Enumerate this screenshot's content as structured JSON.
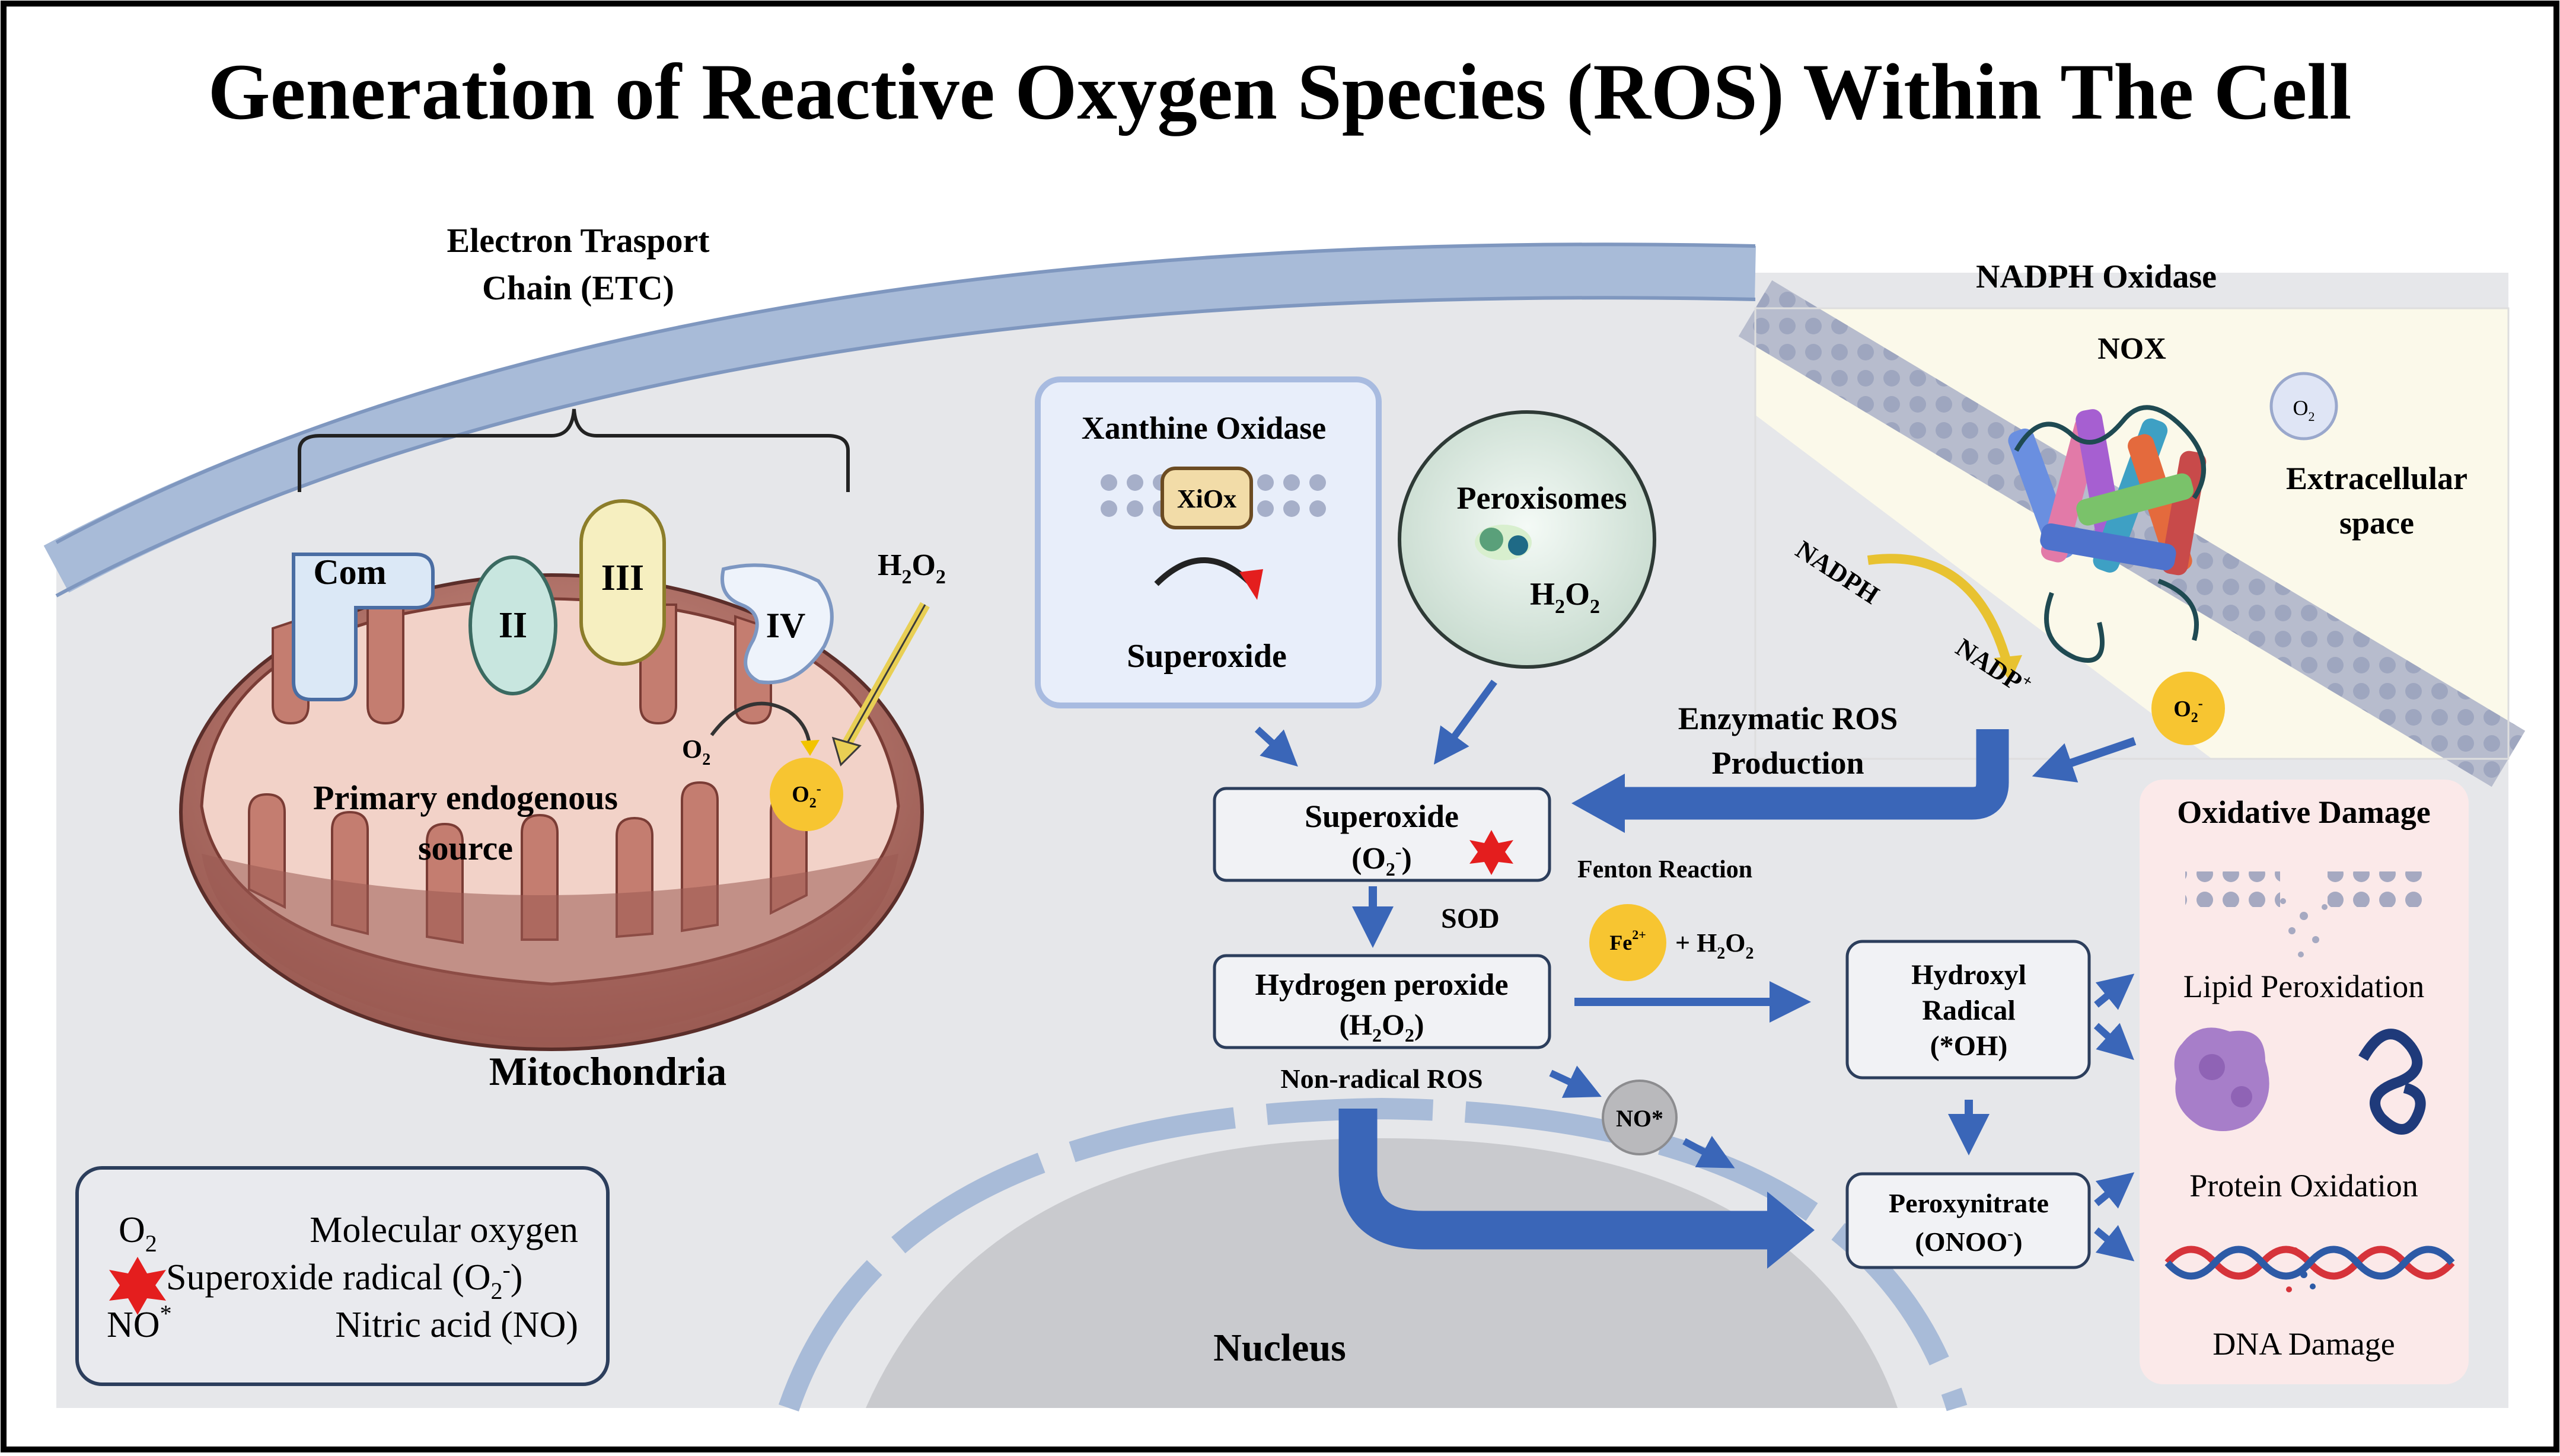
{
  "title": "Generation of Reactive Oxygen Species (ROS) Within The Cell",
  "etc": {
    "heading_line1": "Electron Trasport",
    "heading_line2": "Chain (ETC)",
    "complex_com": "Com",
    "complex_ii": "II",
    "complex_iii": "III",
    "complex_iv": "IV",
    "o2": "O",
    "o2_sub": "2",
    "o2_minus": "O",
    "o2_minus_sub": "2",
    "o2_minus_sup": "-",
    "h2o2_h": "H",
    "h2o2_sub1": "2",
    "h2o2_o": "O",
    "h2o2_sub2": "2",
    "source_line1": "Primary endogenous",
    "source_line2": "source",
    "label": "Mitochondria"
  },
  "xanthine": {
    "title": "Xanthine Oxidase",
    "enzyme": "XiOx",
    "product": "Superoxide"
  },
  "peroxisomes": {
    "title": "Peroxisomes",
    "h2o2_h": "H",
    "h2o2_sub1": "2",
    "h2o2_o": "O",
    "h2o2_sub2": "2"
  },
  "nadph": {
    "title": "NADPH Oxidase",
    "nox": "NOX",
    "o2": "O",
    "o2_sub": "2",
    "extracellular_line1": "Extracellular",
    "extracellular_line2": "space",
    "nadph_label": "NADPH",
    "nadp_label": "NADP",
    "nadp_sup": "+",
    "o2_minus": "O",
    "o2_minus_sub": "2",
    "o2_minus_sup": "-",
    "enzymatic_line1": "Enzymatic ROS",
    "enzymatic_line2": "Production"
  },
  "pathway": {
    "superoxide_line1": "Superoxide",
    "superoxide_o": "(O",
    "superoxide_sub": "2",
    "superoxide_sup": "-",
    "superoxide_close": ")",
    "sod": "SOD",
    "h2o2_line1": "Hydrogen peroxide",
    "h2o2_open": "(H",
    "h2o2_sub1": "2",
    "h2o2_o": "O",
    "h2o2_sub2": "2",
    "h2o2_close": ")",
    "non_radical": "Non-radical ROS",
    "fenton": "Fenton Reaction",
    "fe": "Fe",
    "fe_sup": "2+",
    "fe_plus": "+ H",
    "fe_sub1": "2",
    "fe_o": "O",
    "fe_sub2": "2",
    "no_badge": "NO*",
    "hydroxyl_line1": "Hydroxyl",
    "hydroxyl_line2": "Radical",
    "hydroxyl_line3": "(*OH)",
    "peroxynitrite_line1": "Peroxynitrate",
    "peroxynitrite_line2": "(ONOO",
    "peroxynitrite_sup": "-",
    "peroxynitrite_close": ")"
  },
  "nucleus_label": "Nucleus",
  "damage": {
    "title": "Oxidative Damage",
    "lipid": "Lipid Peroxidation",
    "protein": "Protein Oxidation",
    "dna": "DNA Damage"
  },
  "legend": {
    "row1_symbol": "O",
    "row1_symbol_sub": "2",
    "row1_text": "Molecular oxygen",
    "row2_text": "Superoxide radical (O",
    "row2_sub": "2",
    "row2_sup": "-",
    "row2_close": ")",
    "row3_symbol": "NO",
    "row3_symbol_sup": "*",
    "row3_text": "Nitric acid (NO)"
  },
  "colors": {
    "arrow_blue": "#3a66b8",
    "membrane_blue": "#a8bbd8",
    "mito_brown": "#b9786e",
    "mito_inner": "#f2d2c8",
    "box_border": "#2c3e5c",
    "superoxide_yellow": "#f7c531",
    "damage_panel": "#fbe9e9",
    "radical_red": "#e41e1e"
  }
}
